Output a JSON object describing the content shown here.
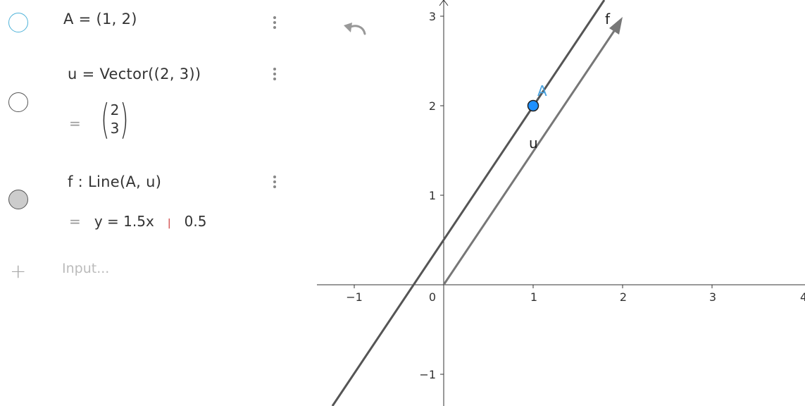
{
  "algebra": {
    "items": [
      {
        "definition": "A = (1, 2)"
      },
      {
        "definition": "u = Vector((2, 3))",
        "output_prefix": "=",
        "matrix": [
          "2",
          "3"
        ]
      },
      {
        "definition": "f : Line(A, u)",
        "output_prefix": "=",
        "output_left": "y = 1.5x",
        "output_sep": "|",
        "output_right": "0.5"
      }
    ],
    "input_placeholder": "Input..."
  },
  "graphics": {
    "x_ticks": [
      "−1",
      "0",
      "1",
      "2",
      "3",
      "4"
    ],
    "y_ticks": [
      "3",
      "2",
      "1",
      "−1"
    ],
    "point_label": "A",
    "vector_label": "u",
    "line_label": "f",
    "point_color": "#1e90ff",
    "point_label_color": "#4aa3df",
    "line_color": "#555555",
    "vector_color": "#777777"
  }
}
